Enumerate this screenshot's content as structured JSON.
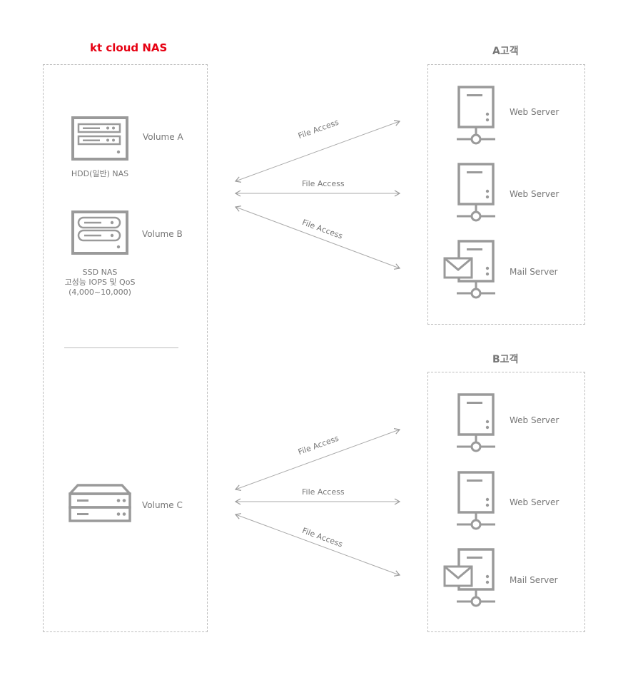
{
  "nas": {
    "title": "kt cloud NAS",
    "volume_a": "Volume A",
    "hdd_label": "HDD(일반) NAS",
    "volume_b": "Volume B",
    "ssd_line1": "SSD NAS",
    "ssd_line2": "고성능 IOPS 및 QoS",
    "ssd_line3": "(4,000~10,000)",
    "volume_c": "Volume C"
  },
  "customer_a": {
    "title": "A고객",
    "servers": [
      "Web Server",
      "Web Server",
      "Mail Server"
    ]
  },
  "customer_b": {
    "title": "B고객",
    "servers": [
      "Web Server",
      "Web Server",
      "Mail Server"
    ]
  },
  "links": {
    "a": [
      "File Access",
      "File Access",
      "File Access"
    ],
    "b": [
      "File Access",
      "File Access",
      "File Access"
    ]
  },
  "colors": {
    "brand": "#e60012",
    "icon": "#9a9a9a",
    "line": "#aaaaaa",
    "border": "#bdbdbd"
  },
  "icons": [
    "hdd-nas-icon",
    "ssd-nas-icon",
    "storage-icon",
    "web-server-icon",
    "mail-server-icon"
  ]
}
